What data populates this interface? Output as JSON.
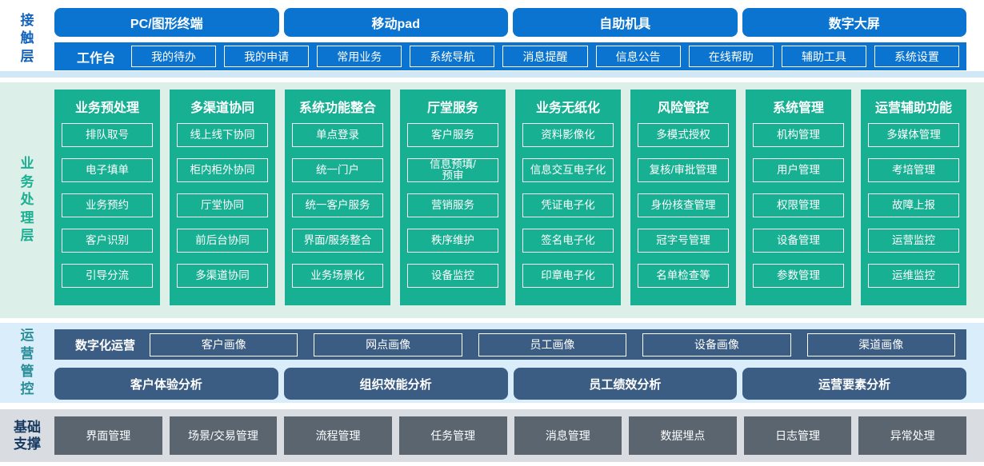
{
  "contact_layer": {
    "label": "接触层",
    "terminals": [
      "PC/图形终端",
      "移动pad",
      "自助机具",
      "数字大屏"
    ],
    "workbench": {
      "label": "工作台",
      "items": [
        "我的待办",
        "我的申请",
        "常用业务",
        "系统导航",
        "消息提醒",
        "信息公告",
        "在线帮助",
        "辅助工具",
        "系统设置"
      ]
    }
  },
  "business_layer": {
    "label": "业务处理层",
    "columns": [
      {
        "title": "业务预处理",
        "items": [
          "排队取号",
          "电子填单",
          "业务预约",
          "客户识别",
          "引导分流"
        ]
      },
      {
        "title": "多渠道协同",
        "items": [
          "线上线下协同",
          "柜内柜外协同",
          "厅堂协同",
          "前后台协同",
          "多渠道协同"
        ]
      },
      {
        "title": "系统功能整合",
        "items": [
          "单点登录",
          "统一门户",
          "统一客户服务",
          "界面/服务整合",
          "业务场景化"
        ]
      },
      {
        "title": "厅堂服务",
        "items": [
          "客户服务",
          "信息预填/\n预审",
          "营销服务",
          "秩序维护",
          "设备监控"
        ]
      },
      {
        "title": "业务无纸化",
        "items": [
          "资料影像化",
          "信息交互电子化",
          "凭证电子化",
          "签名电子化",
          "印章电子化"
        ]
      },
      {
        "title": "风险管控",
        "items": [
          "多模式授权",
          "复核/审批管理",
          "身份核查管理",
          "冠字号管理",
          "名单检查等"
        ]
      },
      {
        "title": "系统管理",
        "items": [
          "机构管理",
          "用户管理",
          "权限管理",
          "设备管理",
          "参数管理"
        ]
      },
      {
        "title": "运营辅助功能",
        "items": [
          "多媒体管理",
          "考培管理",
          "故障上报",
          "运营监控",
          "运维监控"
        ]
      }
    ]
  },
  "operations_layer": {
    "label": "运营管控",
    "digital_ops": {
      "label": "数字化运营",
      "items": [
        "客户画像",
        "网点画像",
        "员工画像",
        "设备画像",
        "渠道画像"
      ]
    },
    "analyses": [
      "客户体验分析",
      "组织效能分析",
      "员工绩效分析",
      "运营要素分析"
    ]
  },
  "foundation_layer": {
    "label": "基础支撑",
    "items": [
      "界面管理",
      "场景/交易管理",
      "流程管理",
      "任务管理",
      "消息管理",
      "数据埋点",
      "日志管理",
      "异常处理"
    ]
  },
  "colors": {
    "primary_blue": "#0b74d0",
    "teal_green": "#17b093",
    "slate_blue": "#3c5d83",
    "slate_gray": "#5a6570",
    "bg_green": "#dcefe8",
    "bg_blue": "#d9eefa",
    "bg_gray": "#d9dce1",
    "strip_blue": "#cfe8f7"
  }
}
